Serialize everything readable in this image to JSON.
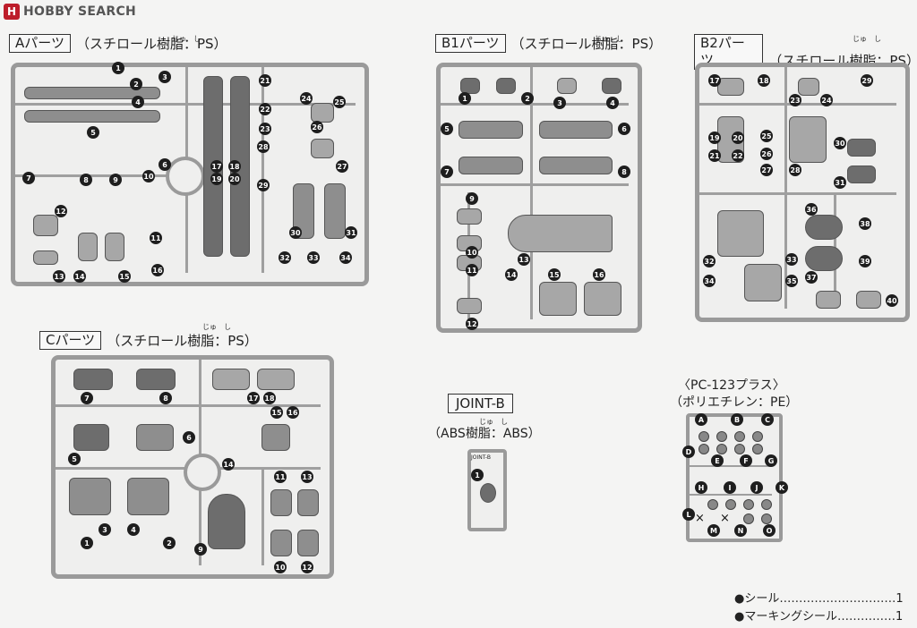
{
  "site": {
    "logo_mark": "H",
    "logo_text": "HOBBY SEARCH"
  },
  "sections": {
    "a": {
      "label": "Aパーツ",
      "material": "（スチロール樹脂：PS）",
      "ruby": "じゅ　し"
    },
    "b1": {
      "label": "B1パーツ",
      "material": "（スチロール樹脂：PS）",
      "ruby": "じゅ　し"
    },
    "b2": {
      "label": "B2パーツ",
      "material": "（スチロール樹脂：PS）",
      "ruby": "じゅ　し"
    },
    "c": {
      "label": "Cパーツ",
      "material": "（スチロール樹脂：PS）",
      "ruby": "じゅ　し"
    }
  },
  "joint": {
    "label": "JOINT-B",
    "material": "（ABS樹脂：ABS）",
    "ruby": "じゅ　し",
    "runner_text": "JOINT-B"
  },
  "pe": {
    "title": "〈PC-123プラス〉",
    "material": "（ポリエチレン：PE）"
  },
  "numbers": {
    "a": [
      "1",
      "3",
      "2",
      "4",
      "5",
      "6",
      "7",
      "8",
      "9",
      "10",
      "11",
      "12",
      "13",
      "14",
      "15",
      "16",
      "17",
      "18",
      "19",
      "20",
      "21",
      "22",
      "23",
      "24",
      "25",
      "26",
      "27",
      "28",
      "29",
      "30",
      "31",
      "32",
      "33",
      "34"
    ],
    "b1": [
      "1",
      "2",
      "3",
      "4",
      "5",
      "6",
      "7",
      "8",
      "9",
      "10",
      "11",
      "12",
      "13",
      "14",
      "15",
      "16"
    ],
    "b2": [
      "17",
      "18",
      "19",
      "20",
      "21",
      "22",
      "23",
      "24",
      "25",
      "26",
      "27",
      "28",
      "29",
      "30",
      "31",
      "32",
      "33",
      "34",
      "35",
      "36",
      "37",
      "38",
      "39",
      "40"
    ],
    "c": [
      "1",
      "2",
      "3",
      "4",
      "5",
      "6",
      "7",
      "8",
      "9",
      "10",
      "11",
      "12",
      "13",
      "14",
      "15",
      "16",
      "17",
      "18"
    ],
    "joint": [
      "1"
    ]
  },
  "pe_letters": [
    "A",
    "B",
    "C",
    "D",
    "E",
    "F",
    "G",
    "H",
    "I",
    "J",
    "K",
    "L",
    "M",
    "N",
    "O"
  ],
  "pe_crosses": [
    "×",
    "×"
  ],
  "legend": [
    {
      "label": "●シール",
      "dots": "…………………………",
      "count": "1"
    },
    {
      "label": "●マーキングシール",
      "dots": "……………",
      "count": "1"
    }
  ]
}
